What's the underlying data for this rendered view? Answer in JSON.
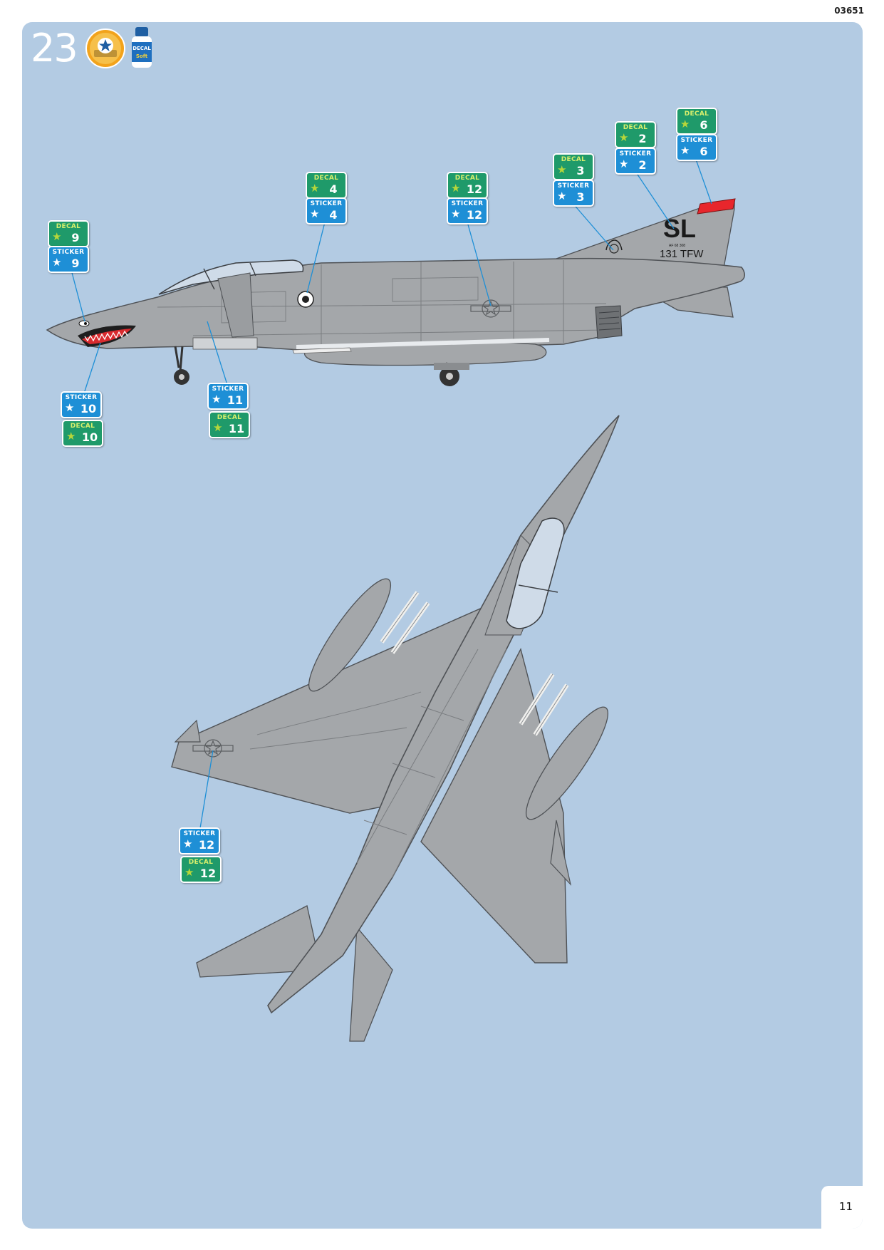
{
  "header": {
    "doc_code": "03651"
  },
  "step": {
    "number": "23",
    "icon_sticker": "sticker-star-icon",
    "icon_decal_bottle": "decal-soft-bottle-icon",
    "bottle_label_top": "DECAL",
    "bottle_label_bottom": "Soft"
  },
  "footer": {
    "page_number": "11"
  },
  "aircraft": {
    "tail_code": "SL",
    "unit_marking": "131 TFW",
    "serial": "AF 68 308"
  },
  "callouts": [
    {
      "kind": "DECAL",
      "number": "9"
    },
    {
      "kind": "STICKER",
      "number": "9"
    },
    {
      "kind": "DECAL",
      "number": "4"
    },
    {
      "kind": "STICKER",
      "number": "4"
    },
    {
      "kind": "DECAL",
      "number": "12"
    },
    {
      "kind": "STICKER",
      "number": "12"
    },
    {
      "kind": "DECAL",
      "number": "3"
    },
    {
      "kind": "STICKER",
      "number": "3"
    },
    {
      "kind": "DECAL",
      "number": "2"
    },
    {
      "kind": "STICKER",
      "number": "2"
    },
    {
      "kind": "DECAL",
      "number": "6"
    },
    {
      "kind": "STICKER",
      "number": "6"
    },
    {
      "kind": "STICKER",
      "number": "10"
    },
    {
      "kind": "DECAL",
      "number": "10"
    },
    {
      "kind": "STICKER",
      "number": "11"
    },
    {
      "kind": "DECAL",
      "number": "11"
    },
    {
      "kind": "STICKER",
      "number": "12"
    },
    {
      "kind": "DECAL",
      "number": "12"
    }
  ],
  "colors": {
    "panel": "#b3cbe3",
    "aircraft_grey": "#a4a7aa",
    "decal_green": "#1f9a6a",
    "sticker_blue": "#1e8fd6",
    "tail_red": "#e8262c"
  }
}
